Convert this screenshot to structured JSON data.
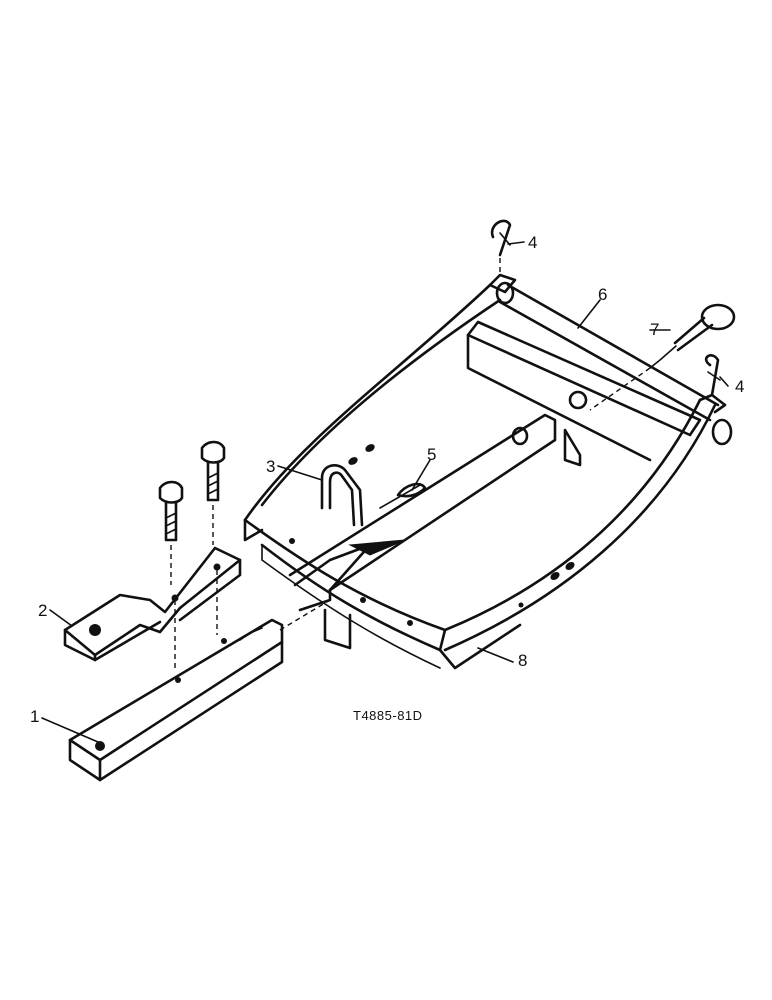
{
  "callouts": {
    "c1": "1",
    "c2": "2",
    "c3": "3",
    "c4a": "4",
    "c4b": "4",
    "c5": "5",
    "c6": "6",
    "c7": "7",
    "c8": "8"
  },
  "figure_code": "T4885-81D"
}
